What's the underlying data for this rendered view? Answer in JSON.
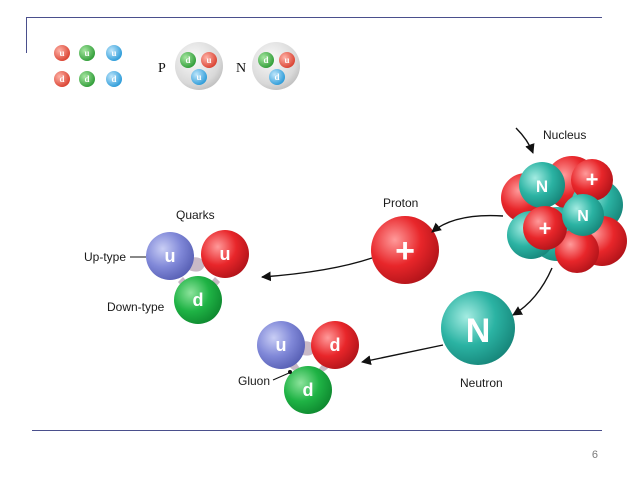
{
  "slide": {
    "page_number": "6"
  },
  "legend": {
    "row1": [
      "u",
      "u",
      "u"
    ],
    "row2": [
      "d",
      "d",
      "d"
    ],
    "proton_label": "P",
    "proton_quarks": [
      "d",
      "u",
      "u"
    ],
    "neutron_label": "N",
    "neutron_quarks": [
      "d",
      "u",
      "d"
    ]
  },
  "diagram": {
    "nucleus_label": "Nucleus",
    "proton_label": "Proton",
    "proton_symbol": "+",
    "neutron_label": "Neutron",
    "neutron_symbol": "N",
    "quarks_label": "Quarks",
    "up_type_label": "Up-type",
    "down_type_label": "Down-type",
    "gluon_label": "Gluon",
    "proton_triplet": [
      "u",
      "u",
      "d"
    ],
    "neutron_triplet": [
      "u",
      "d",
      "d"
    ],
    "nucleus_symbols": [
      "N",
      "+",
      "+",
      "N"
    ]
  },
  "colors": {
    "up": "#e23b3b",
    "blue": "#7b86d6",
    "green": "#22b04a",
    "teal": "#2aa79b",
    "rule": "#4a4f8c"
  }
}
